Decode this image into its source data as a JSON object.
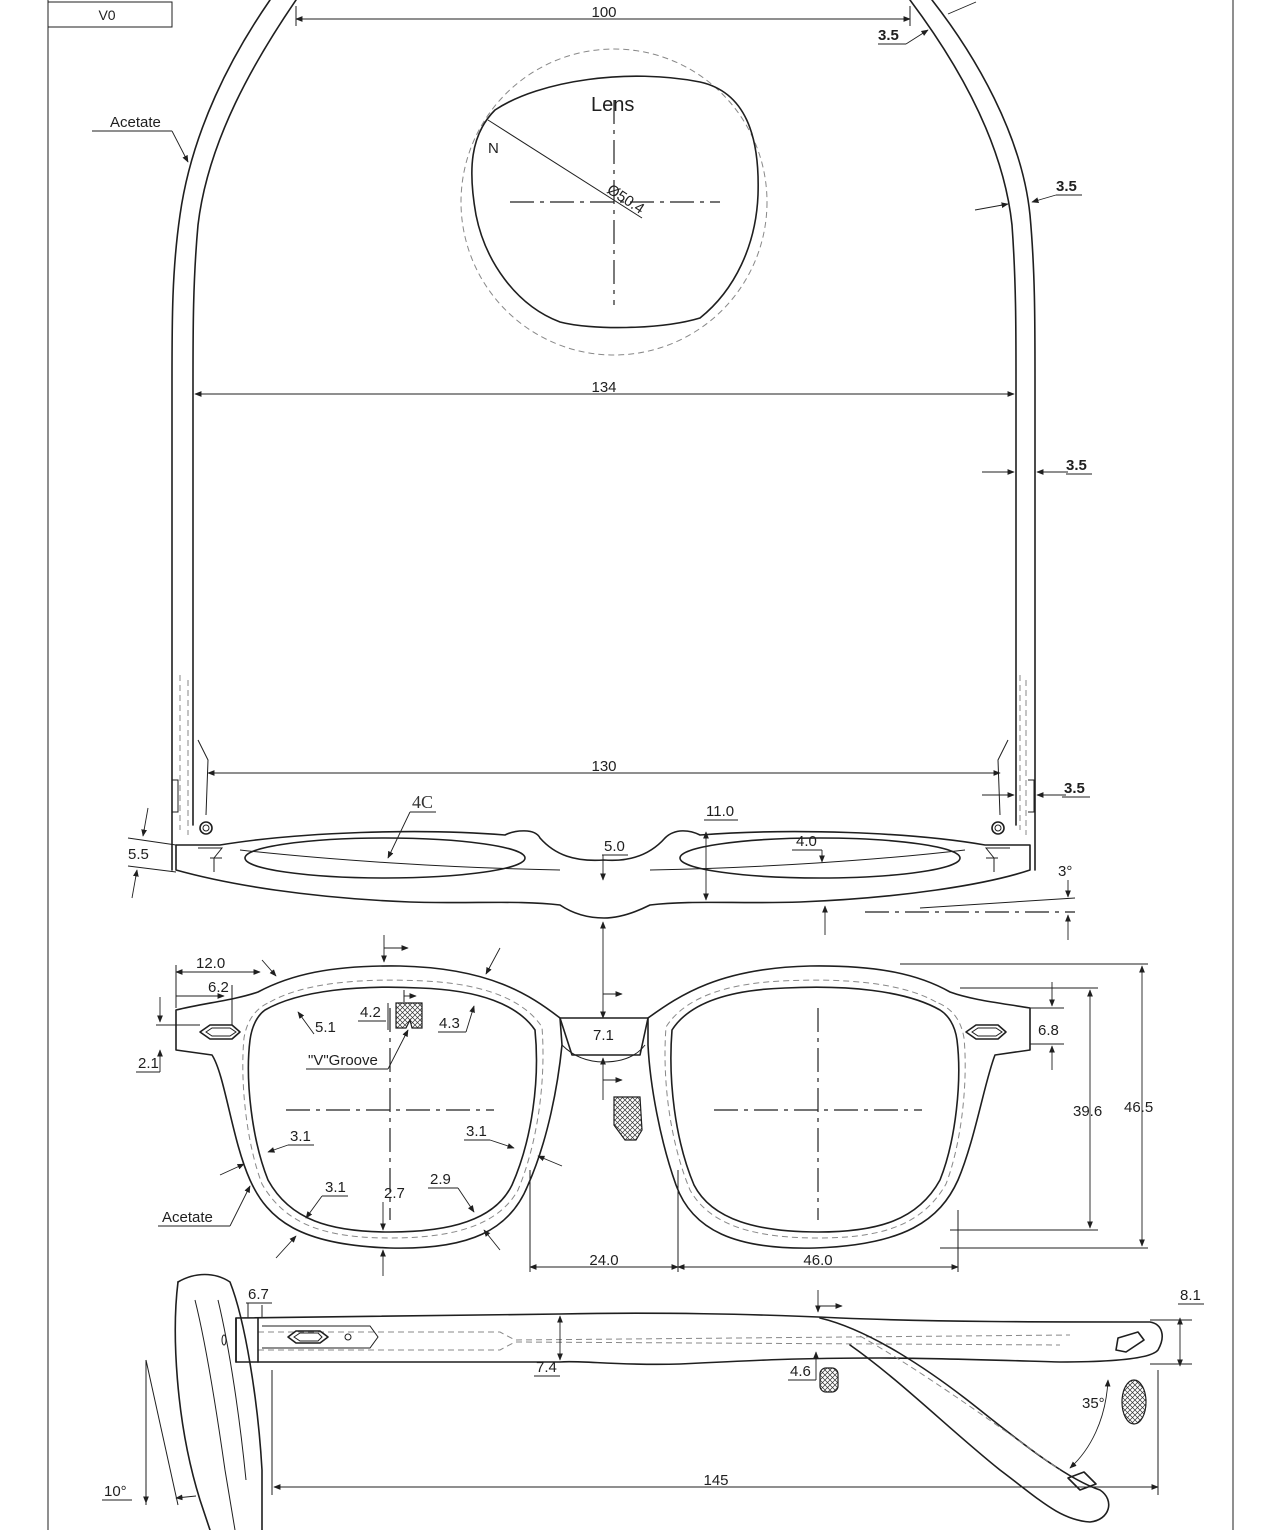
{
  "version_box": "V0",
  "lens": {
    "title": "Lens",
    "nasal_mark": "N",
    "diameter": "Ø50.4"
  },
  "top_view": {
    "temple_spread_top": "100",
    "temple_width_top": "3.5",
    "material": "Acetate",
    "temple_thickness_right": "3.5",
    "overall_width_inner": "134",
    "temple_thickness_mid": "3.5",
    "hinge_width": "130",
    "hinge_thickness": "3.5",
    "curve_label": "4C",
    "bridge_depth": "11.0",
    "bridge_thickness": "5.0",
    "rim_depth": "4.0",
    "endpiece_thickness": "5.5",
    "face_angle": "3°"
  },
  "front_view": {
    "endpiece_length": "12.0",
    "hinge_offset": "6.2",
    "endpiece_height": "2.1",
    "rim_top_inner": "5.1",
    "groove_width": "4.2",
    "rim_top_outer": "4.3",
    "groove_label": "\"V\"Groove",
    "bridge_height": "7.1",
    "rim_side_left": "3.1",
    "rim_side_right": "3.1",
    "rim_bottom_left": "3.1",
    "rim_bottom_center": "2.7",
    "rim_bottom_right": "2.9",
    "material": "Acetate",
    "bridge_width": "24.0",
    "lens_width": "46.0",
    "hinge_height": "6.8",
    "lens_height": "39.6",
    "frame_height": "46.5"
  },
  "side_view": {
    "hinge_block": "6.7",
    "temple_height": "7.4",
    "tip_height": "8.1",
    "temple_thickness": "4.6",
    "tip_angle": "35°",
    "temple_length": "145",
    "pantoscopic_angle": "10°"
  }
}
